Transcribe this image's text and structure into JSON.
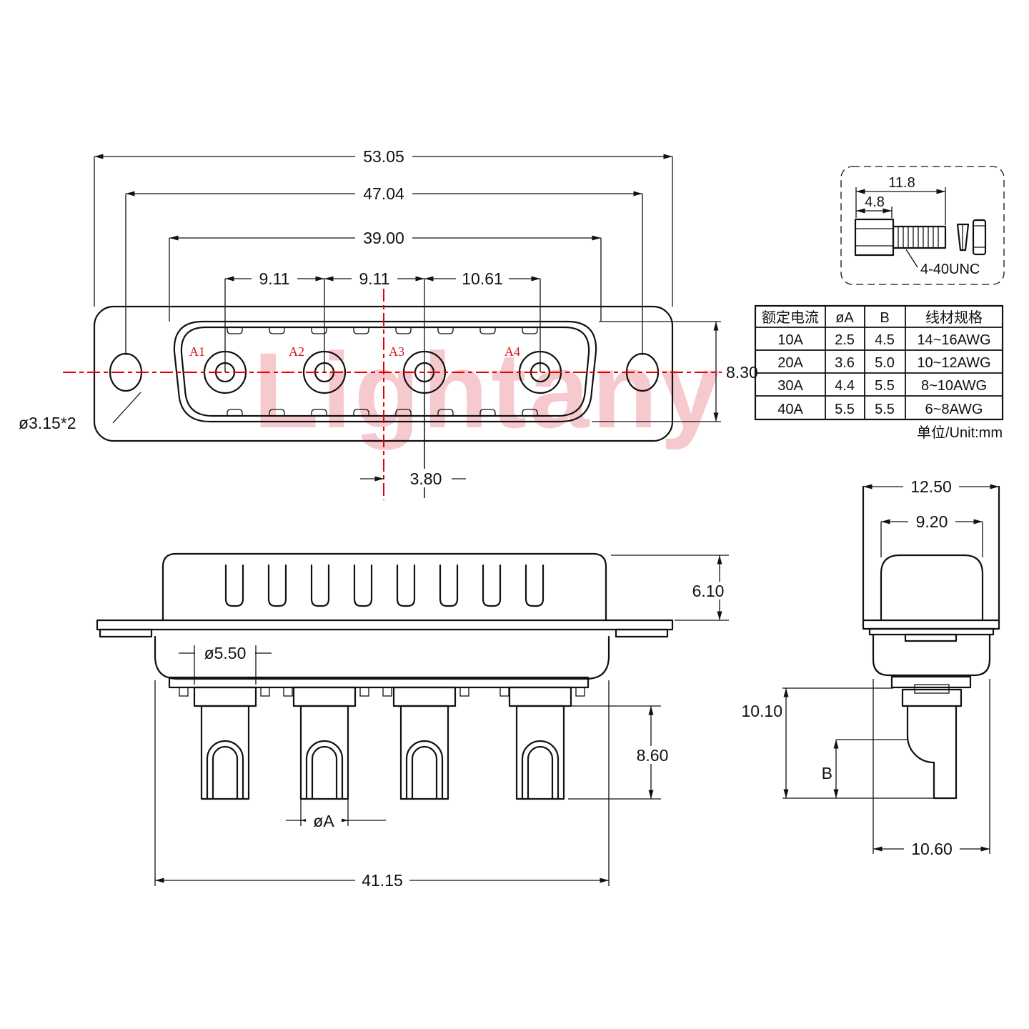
{
  "watermark": "Lightany",
  "colors": {
    "line": "#111111",
    "accent_red": "#e60000",
    "watermark_pink": "#f6c9cf"
  },
  "front_view": {
    "pin_labels": [
      "A1",
      "A2",
      "A3",
      "A4"
    ],
    "dims": {
      "overall_width": "53.05",
      "mount_hole_span": "47.04",
      "insert_width": "39.00",
      "pitch_a1_a2": "9.11",
      "pitch_a2_a3": "9.11",
      "pitch_a3_a4": "10.61",
      "insert_height": "8.30",
      "center_offset": "3.80",
      "mount_hole": "ø3.15*2"
    }
  },
  "screw_detail": {
    "dims": {
      "total_length": "11.8",
      "head_length": "4.8"
    },
    "thread_label": "4-40UNC"
  },
  "spec_table": {
    "headers": [
      "额定电流",
      "øA",
      "B",
      "线材规格"
    ],
    "rows": [
      [
        "10A",
        "2.5",
        "4.5",
        "14~16AWG"
      ],
      [
        "20A",
        "3.6",
        "5.0",
        "10~12AWG"
      ],
      [
        "30A",
        "4.4",
        "5.5",
        "8~10AWG"
      ],
      [
        "40A",
        "5.5",
        "5.5",
        "6~8AWG"
      ]
    ],
    "unit_note": "单位/Unit:mm"
  },
  "side_view": {
    "dims": {
      "pin_base_dia": "ø5.50",
      "body_height": "6.10",
      "cup_depth": "8.60",
      "pin_dia": "øA",
      "shell_width": "41.15"
    }
  },
  "end_view": {
    "dims": {
      "body_width": "12.50",
      "shroud_width": "9.20",
      "tail_height": "10.10",
      "cup_label": "B",
      "shell_depth": "10.60"
    }
  }
}
